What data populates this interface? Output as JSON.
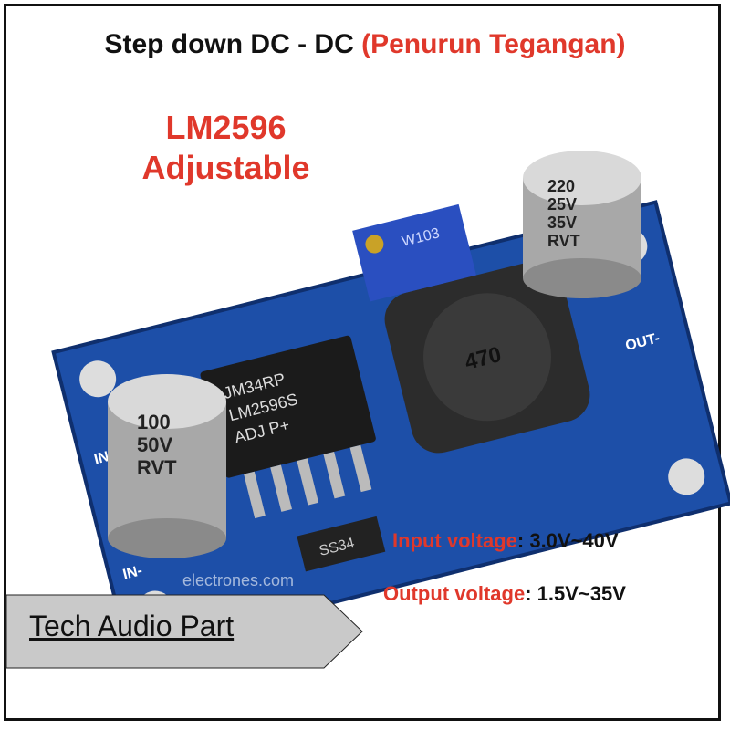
{
  "header": {
    "title_black": "Step down DC - DC",
    "title_red": "(Penurun Tegangan)"
  },
  "product": {
    "model": "LM2596",
    "variant": "Adjustable"
  },
  "specs": {
    "input_label": "Input voltage",
    "input_value": ": 3.0V~40V",
    "output_label": "Output voltage",
    "output_value": ": 1.5V~35V"
  },
  "brand": {
    "name": "Tech Audio Part"
  },
  "board": {
    "in_plus": "IN+",
    "in_minus": "IN-",
    "out_minus": "OUT-",
    "chip_lines": [
      "JM34RP",
      "LM2596S",
      "ADJ  P+"
    ],
    "cap_in": [
      "100",
      "50V",
      "RVT"
    ],
    "cap_out": [
      "220",
      "25V",
      "35V",
      "RVT"
    ],
    "inductor": "470",
    "pot": "W103",
    "diode": "SS34",
    "watermark": "electrones.com"
  },
  "colors": {
    "accent": "#e0382b",
    "pcb": "#1d4fa8",
    "banner": "#c9c9c9"
  }
}
